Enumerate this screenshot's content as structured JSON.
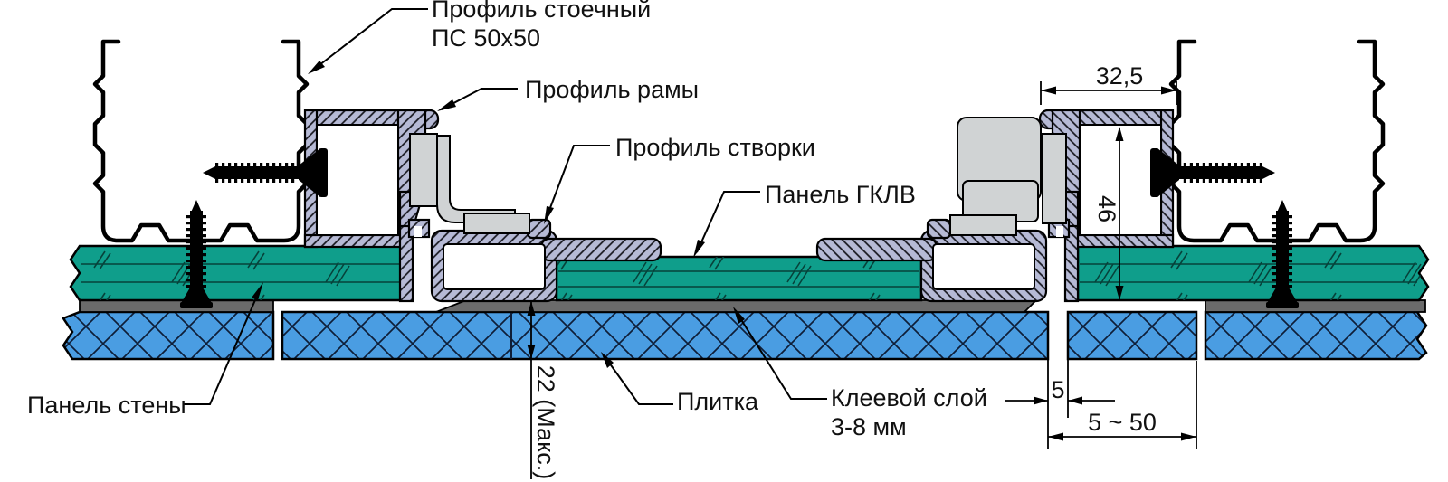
{
  "drawing": {
    "type": "technical-section-drawing",
    "labels": {
      "stud_profile_1": "Профиль стоечный",
      "stud_profile_2": "ПС 50x50",
      "frame_profile": "Профиль рамы",
      "sash_profile": "Профиль створки",
      "gklv_panel": "Панель ГКЛВ",
      "wall_panel": "Панель стены",
      "tile": "Плитка",
      "adhesive_1": "Клеевой слой",
      "adhesive_2": "3-8 мм"
    },
    "dimensions": {
      "frame_width": "32,5",
      "frame_depth": "46",
      "tile_cut_gap": "5",
      "edge_distance": "5 ~ 50",
      "finish_thickness_max": "22 (Макс.)"
    },
    "colors": {
      "panel_green": "#0f9e8b",
      "tile_blue": "#4a9de2",
      "adhesive_gray": "#6b6b6b",
      "profile_fill": "#b6bad5",
      "hardware_gray": "#d0d3d4",
      "line_black": "#111111"
    }
  }
}
